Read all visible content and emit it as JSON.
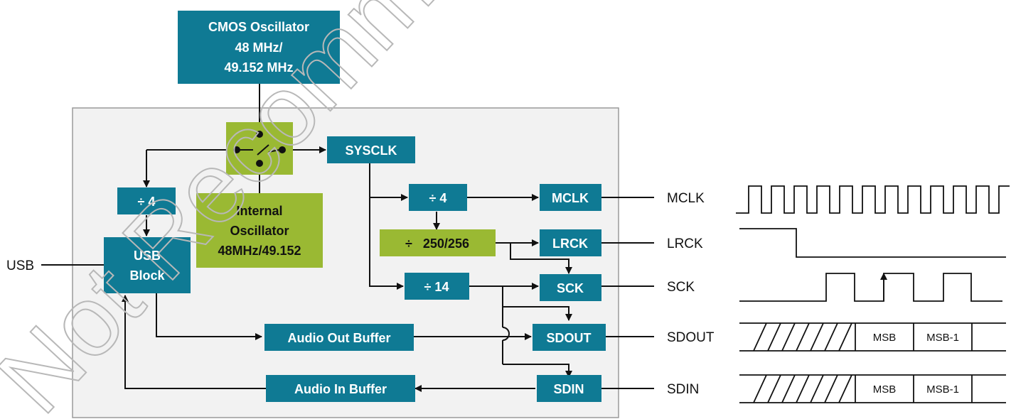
{
  "blocks": {
    "cmos": [
      "CMOS Oscillator",
      "48 MHz/",
      "49.152 MHz"
    ],
    "sysclk": "SYSCLK",
    "div4_usb": "÷ 4",
    "internal_osc": [
      "Internal",
      "Oscillator",
      "48MHz/49.152"
    ],
    "usb_block": [
      "USB",
      "Block"
    ],
    "div4_mclk": "÷ 4",
    "div250": "÷   250/256",
    "div14": "÷ 14",
    "mclk": "MCLK",
    "lrck": "LRCK",
    "sck": "SCK",
    "sdout": "SDOUT",
    "sdin": "SDIN",
    "audio_out": "Audio Out Buffer",
    "audio_in": "Audio In Buffer"
  },
  "signals": {
    "usb": "USB",
    "mclk": "MCLK",
    "lrck": "LRCK",
    "sck": "SCK",
    "sdout": "SDOUT",
    "sdin": "SDIN"
  },
  "timing": {
    "sdout_msb": "MSB",
    "sdout_msb1": "MSB-1",
    "sdin_msb": "MSB",
    "sdin_msb1": "MSB-1"
  },
  "watermark": "Not Recommended",
  "colors": {
    "teal": "#0f7a94",
    "olive": "#9ab933",
    "panel": "#f2f2f2",
    "panel_border": "#9a9a9a",
    "line": "#111111"
  }
}
